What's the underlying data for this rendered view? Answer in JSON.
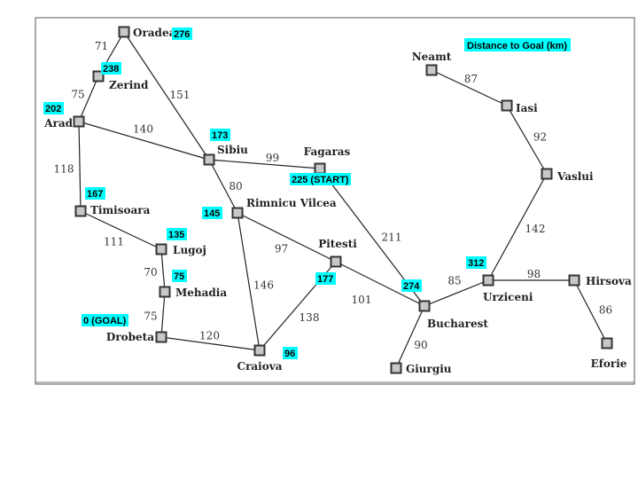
{
  "legend": {
    "label": "Distance to Goal (km)",
    "color": "#00ffff"
  },
  "colors": {
    "badge": "#00ffff",
    "node_fill": "#c8c8c8",
    "node_stroke": "#333333",
    "edge": "#222222"
  },
  "cities": [
    {
      "id": "oradea",
      "name": "Oradea",
      "h": "276"
    },
    {
      "id": "zerind",
      "name": "Zerind",
      "h": "238"
    },
    {
      "id": "arad",
      "name": "Arad",
      "h": "202"
    },
    {
      "id": "sibiu",
      "name": "Sibiu",
      "h": "173"
    },
    {
      "id": "timisoara",
      "name": "Timisoara",
      "h": "167"
    },
    {
      "id": "lugoj",
      "name": "Lugoj",
      "h": "135"
    },
    {
      "id": "mehadia",
      "name": "Mehadia",
      "h": "75"
    },
    {
      "id": "drobeta",
      "name": "Drobeta",
      "h": "0 (GOAL)"
    },
    {
      "id": "craiova",
      "name": "Craiova",
      "h": "96"
    },
    {
      "id": "rimnicu",
      "name": "Rimnicu Vilcea",
      "h": "145"
    },
    {
      "id": "fagaras",
      "name": "Fagaras",
      "h": "225 (START)"
    },
    {
      "id": "pitesti",
      "name": "Pitesti",
      "h": "177"
    },
    {
      "id": "bucharest",
      "name": "Bucharest",
      "h": "274"
    },
    {
      "id": "giurgiu",
      "name": "Giurgiu",
      "h": ""
    },
    {
      "id": "urziceni",
      "name": "Urziceni",
      "h": "312"
    },
    {
      "id": "hirsova",
      "name": "Hirsova",
      "h": ""
    },
    {
      "id": "eforie",
      "name": "Eforie",
      "h": ""
    },
    {
      "id": "vaslui",
      "name": "Vaslui",
      "h": ""
    },
    {
      "id": "iasi",
      "name": "Iasi",
      "h": ""
    },
    {
      "id": "neamt",
      "name": "Neamt",
      "h": ""
    }
  ],
  "roads": [
    {
      "from": "oradea",
      "to": "zerind",
      "km": "71"
    },
    {
      "from": "zerind",
      "to": "arad",
      "km": "75"
    },
    {
      "from": "oradea",
      "to": "sibiu",
      "km": "151"
    },
    {
      "from": "arad",
      "to": "sibiu",
      "km": "140"
    },
    {
      "from": "arad",
      "to": "timisoara",
      "km": "118"
    },
    {
      "from": "timisoara",
      "to": "lugoj",
      "km": "111"
    },
    {
      "from": "lugoj",
      "to": "mehadia",
      "km": "70"
    },
    {
      "from": "mehadia",
      "to": "drobeta",
      "km": "75"
    },
    {
      "from": "drobeta",
      "to": "craiova",
      "km": "120"
    },
    {
      "from": "sibiu",
      "to": "fagaras",
      "km": "99"
    },
    {
      "from": "sibiu",
      "to": "rimnicu",
      "km": "80"
    },
    {
      "from": "rimnicu",
      "to": "craiova",
      "km": "146"
    },
    {
      "from": "rimnicu",
      "to": "pitesti",
      "km": "97"
    },
    {
      "from": "craiova",
      "to": "pitesti",
      "km": "138"
    },
    {
      "from": "fagaras",
      "to": "bucharest",
      "km": "211"
    },
    {
      "from": "pitesti",
      "to": "bucharest",
      "km": "101"
    },
    {
      "from": "bucharest",
      "to": "giurgiu",
      "km": "90"
    },
    {
      "from": "bucharest",
      "to": "urziceni",
      "km": "85"
    },
    {
      "from": "urziceni",
      "to": "hirsova",
      "km": "98"
    },
    {
      "from": "hirsova",
      "to": "eforie",
      "km": "86"
    },
    {
      "from": "urziceni",
      "to": "vaslui",
      "km": "142"
    },
    {
      "from": "vaslui",
      "to": "iasi",
      "km": "92"
    },
    {
      "from": "iasi",
      "to": "neamt",
      "km": "87"
    }
  ]
}
